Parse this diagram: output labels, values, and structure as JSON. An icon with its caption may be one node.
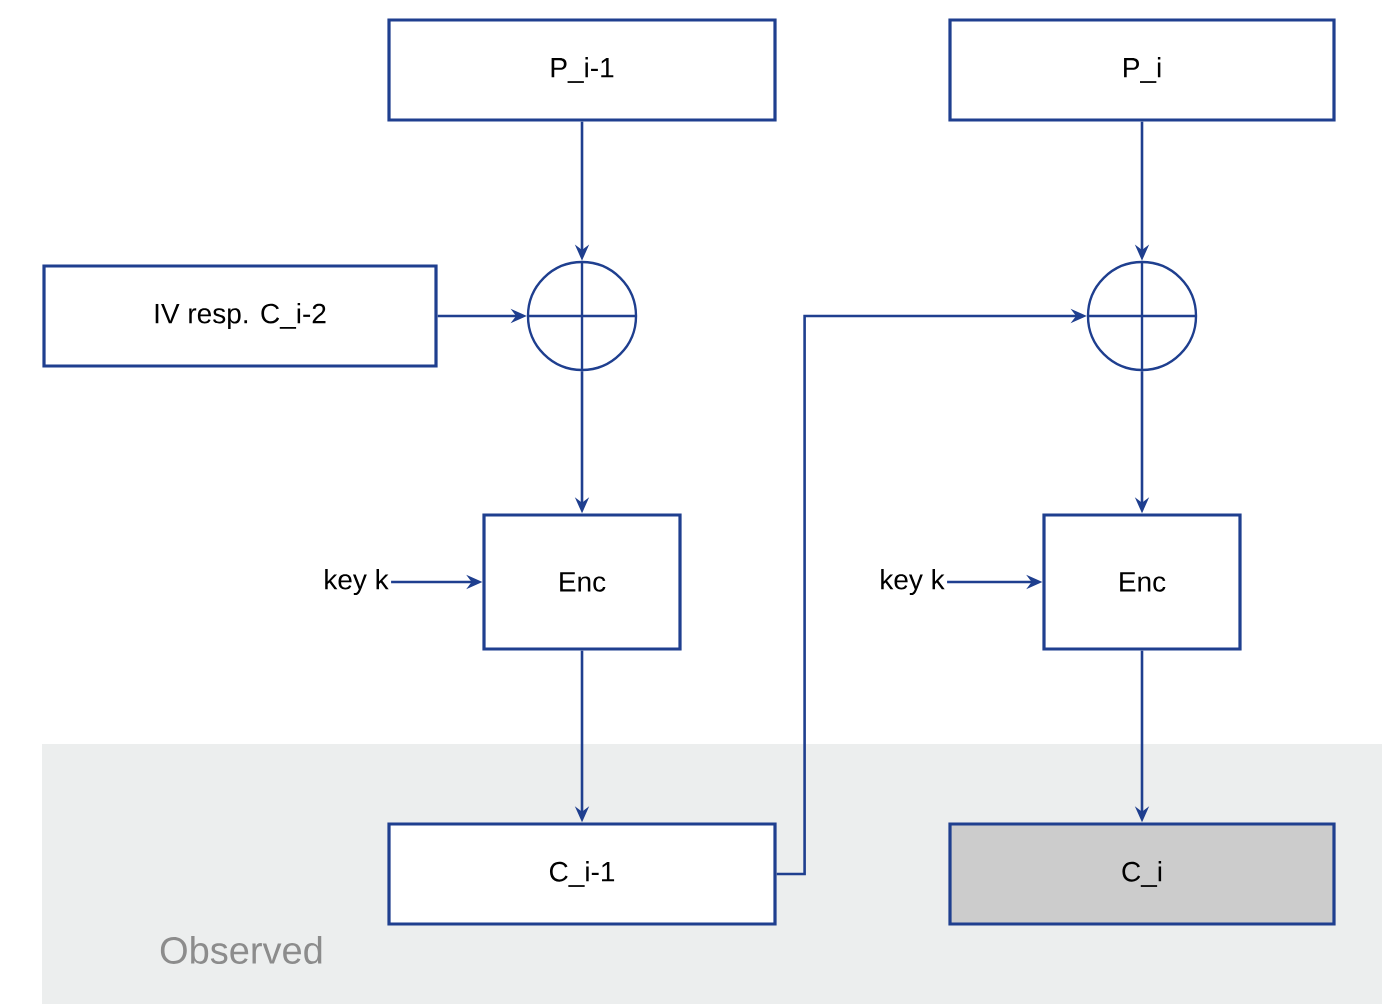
{
  "diagram": {
    "nodes": [
      {
        "text": [
          "P_i-1"
        ]
      },
      {
        "text": [
          "P_i"
        ]
      },
      {
        "text": [
          "IV resp. C_i-2"
        ]
      },
      {
        "text": [],
        "shape": "circle"
      },
      {
        "text": [],
        "shape": "circle"
      },
      {
        "text": [
          "key k"
        ]
      },
      {
        "text": [
          "Enc"
        ]
      },
      {
        "text": [
          "key k"
        ]
      },
      {
        "text": [
          "Enc"
        ]
      },
      {
        "text": [
          "Observed"
        ]
      },
      {
        "text": [
          "C_i-1"
        ],
        "in": 9
      },
      {
        "text": [
          "C_i"
        ],
        "in": 9
      }
    ],
    "edges": [
      {
        "from": 0,
        "to": 3,
        "arrow": "to"
      },
      {
        "from": 2,
        "to": 3,
        "arrow": "to"
      },
      {
        "from": 3,
        "to": 6,
        "arrow": "to"
      },
      {
        "from": 5,
        "to": 6,
        "arrow": "to"
      },
      {
        "from": 6,
        "to": 10,
        "arrow": "to"
      },
      {
        "from": 10,
        "to": 4,
        "arrow": "to"
      },
      {
        "from": 1,
        "to": 4,
        "arrow": "to"
      },
      {
        "from": 4,
        "to": 8,
        "arrow": "to"
      },
      {
        "from": 7,
        "to": 8,
        "arrow": "to"
      },
      {
        "from": 8,
        "to": 11,
        "arrow": "to"
      }
    ]
  }
}
